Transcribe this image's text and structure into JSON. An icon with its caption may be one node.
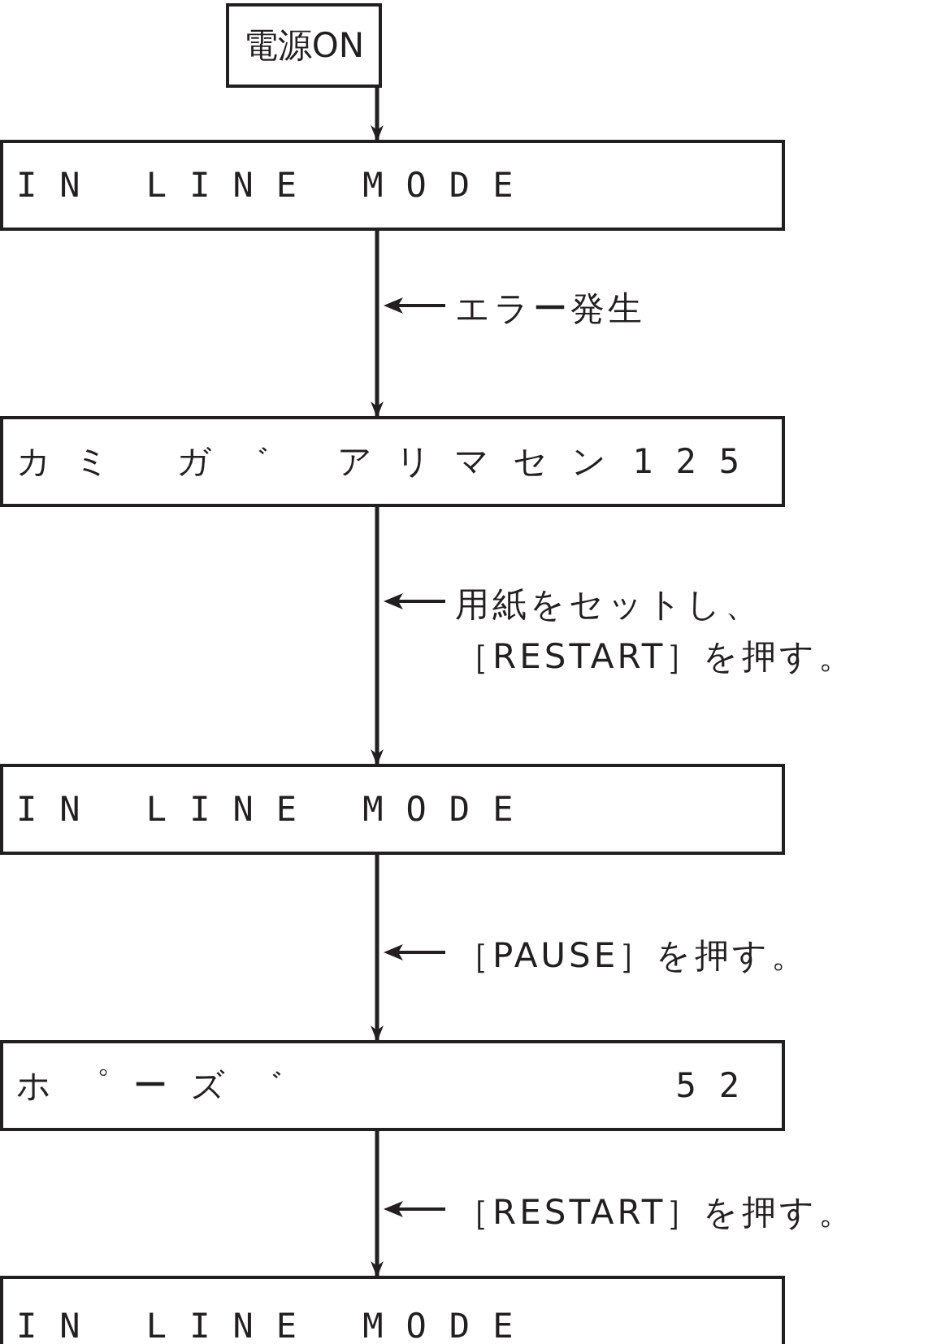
{
  "diagram": {
    "nodes": [
      {
        "text": [
          "電源ON"
        ]
      },
      {
        "text": [
          "IN LINE MODE"
        ]
      },
      {
        "text": [
          "カミ ガ゛ アリマセン",
          "125"
        ]
      },
      {
        "text": [
          "IN LINE MODE"
        ]
      },
      {
        "text": [
          "ホ゜ーズ゛",
          "52"
        ]
      },
      {
        "text": [
          "IN LINE MODE"
        ]
      }
    ],
    "edges": [
      {
        "from": 0,
        "to": 1,
        "arrow": "to"
      },
      {
        "from": 1,
        "to": 2,
        "arrow": "to",
        "label": "エラー発生"
      },
      {
        "from": 2,
        "to": 3,
        "arrow": "to",
        "label": "用紙をセットし、［RESTART］を押す。"
      },
      {
        "from": 3,
        "to": 4,
        "arrow": "to",
        "label": "［PAUSE］を押す。"
      },
      {
        "from": 4,
        "to": 5,
        "arrow": "to",
        "label": "［RESTART］を押す。"
      }
    ]
  }
}
